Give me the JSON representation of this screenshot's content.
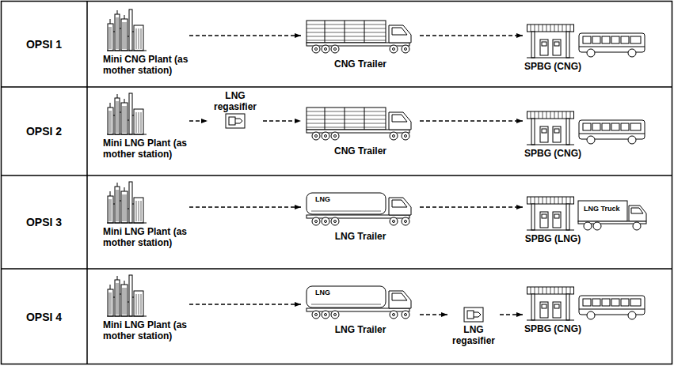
{
  "diagram": {
    "nodes": [
      {
        "text": [
          "OPSI 1"
        ]
      },
      {
        "text": [
          "Mini CNG Plant (as mother station)"
        ]
      },
      {
        "text": [
          "CNG Trailer"
        ]
      },
      {
        "text": [
          "SPBG (CNG)"
        ]
      },
      {
        "text": [
          "OPSI 2"
        ]
      },
      {
        "text": [
          "Mini LNG Plant (as mother station)"
        ]
      },
      {
        "text": [
          "LNG regasifier"
        ]
      },
      {
        "text": [
          "CNG Trailer"
        ]
      },
      {
        "text": [
          "SPBG (CNG)"
        ]
      },
      {
        "text": [
          "OPSI 3"
        ]
      },
      {
        "text": [
          "Mini LNG Plant (as mother station)"
        ]
      },
      {
        "text": [
          "LNG Trailer"
        ]
      },
      {
        "text": [
          "SPBG (LNG)"
        ]
      },
      {
        "text": [
          "OPSI 4"
        ]
      },
      {
        "text": [
          "Mini LNG Plant (as mother station)"
        ]
      },
      {
        "text": [
          "LNG Trailer"
        ]
      },
      {
        "text": [
          "LNG regasifier"
        ]
      },
      {
        "text": [
          "SPBG (CNG)"
        ]
      }
    ],
    "edges": [
      {
        "from": 1,
        "to": 2,
        "arrow": "to"
      },
      {
        "from": 2,
        "to": 3,
        "arrow": "to"
      },
      {
        "from": 5,
        "to": 6,
        "arrow": "to"
      },
      {
        "from": 6,
        "to": 7,
        "arrow": "to"
      },
      {
        "from": 7,
        "to": 8,
        "arrow": "to"
      },
      {
        "from": 10,
        "to": 11,
        "arrow": "to"
      },
      {
        "from": 11,
        "to": 12,
        "arrow": "to"
      },
      {
        "from": 14,
        "to": 15,
        "arrow": "to"
      },
      {
        "from": 15,
        "to": 16,
        "arrow": "to"
      },
      {
        "from": 16,
        "to": 17,
        "arrow": "to"
      }
    ],
    "labels": [
      "LNG",
      "LNG Truck",
      "LNG"
    ]
  }
}
